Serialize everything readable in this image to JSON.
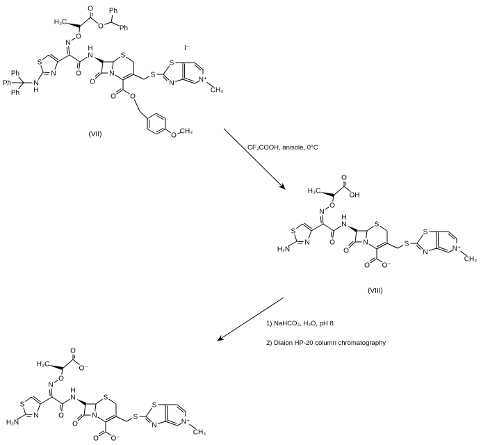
{
  "reagents": {
    "step1": "CF₃COOH, anisole, 0°C",
    "step2a": "1) NaHCO₃, H₂O, pH 8",
    "step2b": "2) Diaion HP-20 column chromatography"
  },
  "compounds": {
    "vii": {
      "label": "(VII)",
      "counter_ion": "I⁻",
      "atoms": {
        "me": "H₃C",
        "o1": "O",
        "o2": "O",
        "oo": "O",
        "on": "N",
        "ts": "S",
        "tn": "N",
        "nh2": "N",
        "nh2H": "H",
        "am_o": "O",
        "nh": "N",
        "nhH": "H",
        "bn": "N",
        "c8o": "O",
        "rs": "S",
        "co1": "O",
        "co2": "O",
        "s2": "S",
        "zs": "S",
        "zn": "N",
        "np": "N⁺",
        "me2": "CH₃",
        "eph1": "Ph",
        "eph2": "Ph",
        "qph1": "Ph",
        "qph2": "Ph",
        "qph3": "Ph",
        "ome": "O",
        "ome_me": "CH₃"
      }
    },
    "viii": {
      "label": "(VIII)",
      "atoms": {
        "me": "H₃C",
        "o1": "O",
        "o2": "OH",
        "oo": "O",
        "on": "N",
        "ts": "S",
        "tn": "N",
        "nh2": "H₂N",
        "am_o": "O",
        "nh": "N",
        "nhH": "H",
        "bn": "N",
        "c8o": "O",
        "rs": "S",
        "co1": "O",
        "co2": "O⁻",
        "s2": "S",
        "zs": "S",
        "zn": "N",
        "np": "N⁺",
        "me2": "CH₃"
      }
    },
    "product": {
      "atoms": {
        "me": "H₃C",
        "o1": "O",
        "o2": "O⁻",
        "oo": "O",
        "on": "N",
        "ts": "S",
        "tn": "N",
        "nh2": "H₂N",
        "am_o": "O",
        "nh": "N",
        "nhH": "H",
        "bn": "N",
        "c8o": "O",
        "rs": "S",
        "co1": "O",
        "co2": "O⁻",
        "s2": "S",
        "zs": "S",
        "zn": "N",
        "np": "N⁺",
        "me2": "CH₃"
      }
    }
  }
}
